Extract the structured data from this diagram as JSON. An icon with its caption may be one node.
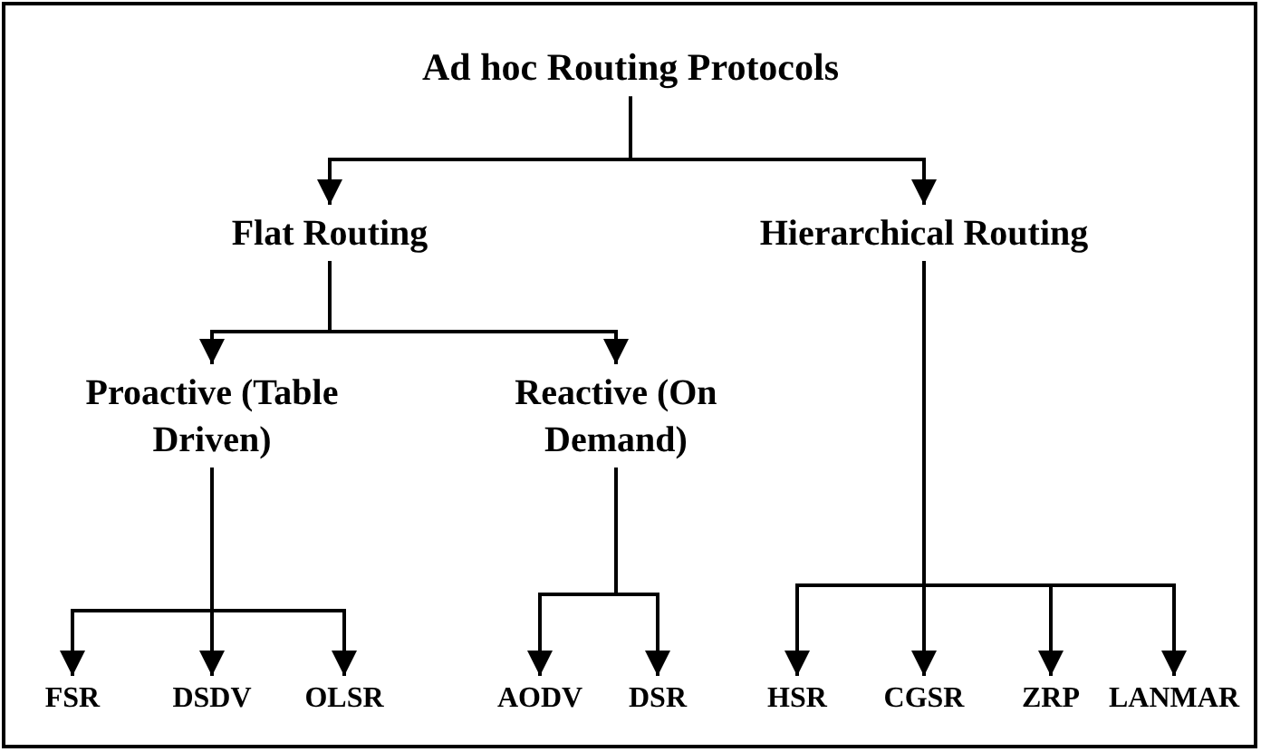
{
  "diagram": {
    "nodes": [
      {
        "text": [
          "Ad hoc Routing Protocols"
        ]
      },
      {
        "text": [
          "Flat Routing"
        ]
      },
      {
        "text": [
          "Hierarchical Routing"
        ]
      },
      {
        "text": [
          "Proactive (Table Driven)"
        ]
      },
      {
        "text": [
          "Reactive (On Demand)"
        ]
      },
      {
        "text": [
          "FSR"
        ]
      },
      {
        "text": [
          "DSDV"
        ]
      },
      {
        "text": [
          "OLSR"
        ]
      },
      {
        "text": [
          "AODV"
        ]
      },
      {
        "text": [
          "DSR"
        ]
      },
      {
        "text": [
          "HSR"
        ]
      },
      {
        "text": [
          "CGSR"
        ]
      },
      {
        "text": [
          "ZRP"
        ]
      },
      {
        "text": [
          "LANMAR"
        ]
      }
    ],
    "edges": [
      {
        "from": 0,
        "to": 1,
        "arrow": "to"
      },
      {
        "from": 0,
        "to": 2,
        "arrow": "to"
      },
      {
        "from": 1,
        "to": 3,
        "arrow": "to"
      },
      {
        "from": 1,
        "to": 4,
        "arrow": "to"
      },
      {
        "from": 3,
        "to": 5,
        "arrow": "to"
      },
      {
        "from": 3,
        "to": 6,
        "arrow": "to"
      },
      {
        "from": 3,
        "to": 7,
        "arrow": "to"
      },
      {
        "from": 4,
        "to": 8,
        "arrow": "to"
      },
      {
        "from": 4,
        "to": 9,
        "arrow": "to"
      },
      {
        "from": 2,
        "to": 10,
        "arrow": "to"
      },
      {
        "from": 2,
        "to": 11,
        "arrow": "to"
      },
      {
        "from": 2,
        "to": 12,
        "arrow": "to"
      },
      {
        "from": 2,
        "to": 13,
        "arrow": "to"
      }
    ]
  }
}
